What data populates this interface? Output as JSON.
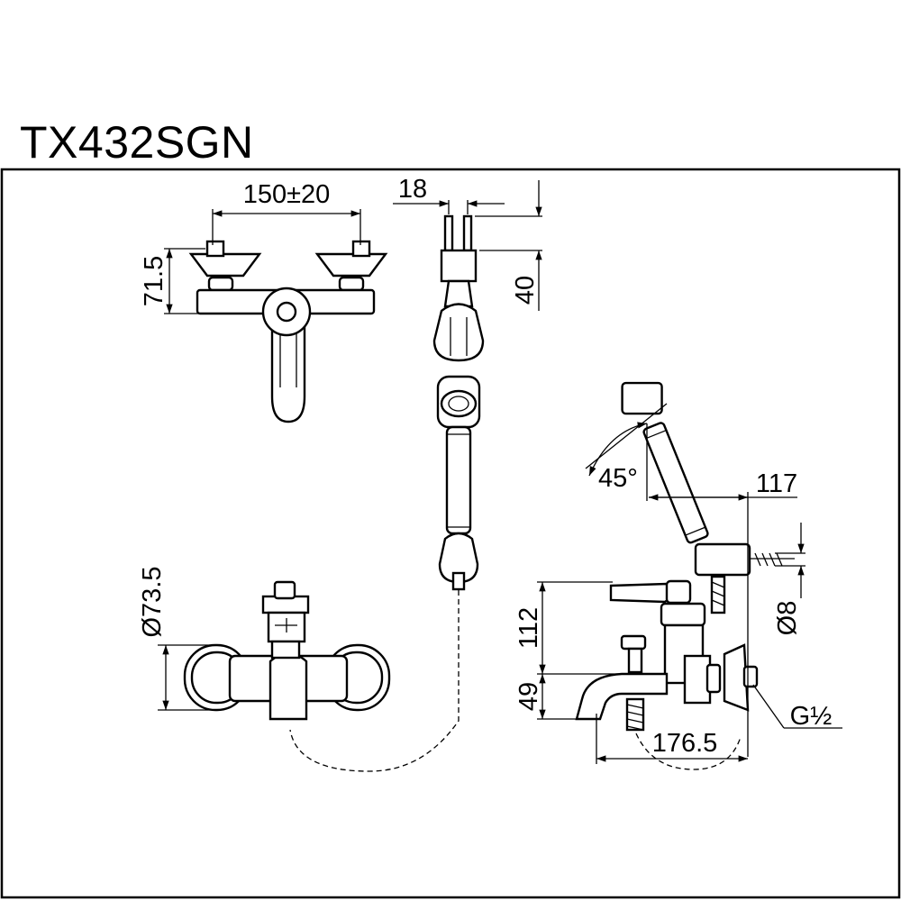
{
  "title": "TX432SGN",
  "dimensions": {
    "spacing": "150±20",
    "body_height": "71.5",
    "holder_width": "18",
    "holder_depth": "40",
    "escutcheon_dia": "Ø73.5",
    "angle": "45°",
    "holder_offset": "117",
    "shower_height": "112",
    "spout_height": "49",
    "spout_projection": "176.5",
    "bolt_dia": "Ø8",
    "thread": "G½"
  }
}
